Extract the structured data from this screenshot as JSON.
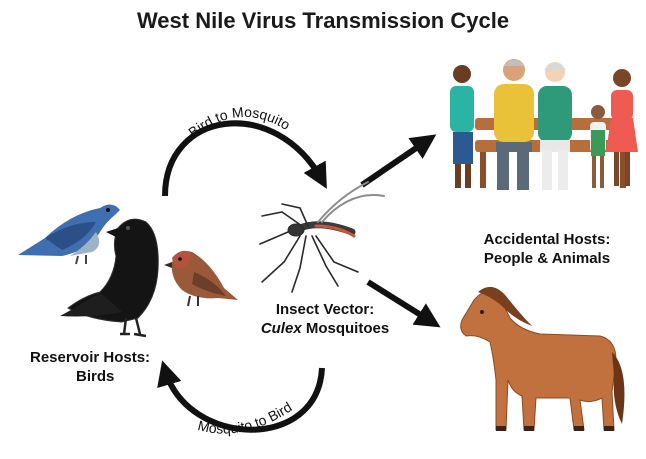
{
  "title": "West Nile Virus Transmission Cycle",
  "arrows": {
    "top": "Bird to Mosquito",
    "bottom": "Mosquito to Bird"
  },
  "reservoir": {
    "line1": "Reservoir Hosts:",
    "line2": "Birds"
  },
  "vector": {
    "line1": "Insect Vector:",
    "line2_italic": "Culex",
    "line2_rest": " Mosquitoes"
  },
  "accidental": {
    "line1": "Accidental Hosts:",
    "line2": "People & Animals"
  },
  "colors": {
    "arrow": "#111111",
    "bluebird": "#3f6fb0",
    "crow": "#141414",
    "sparrow": "#9a5a3a",
    "horse": "#c0713d",
    "bench": "#b86e3a"
  }
}
